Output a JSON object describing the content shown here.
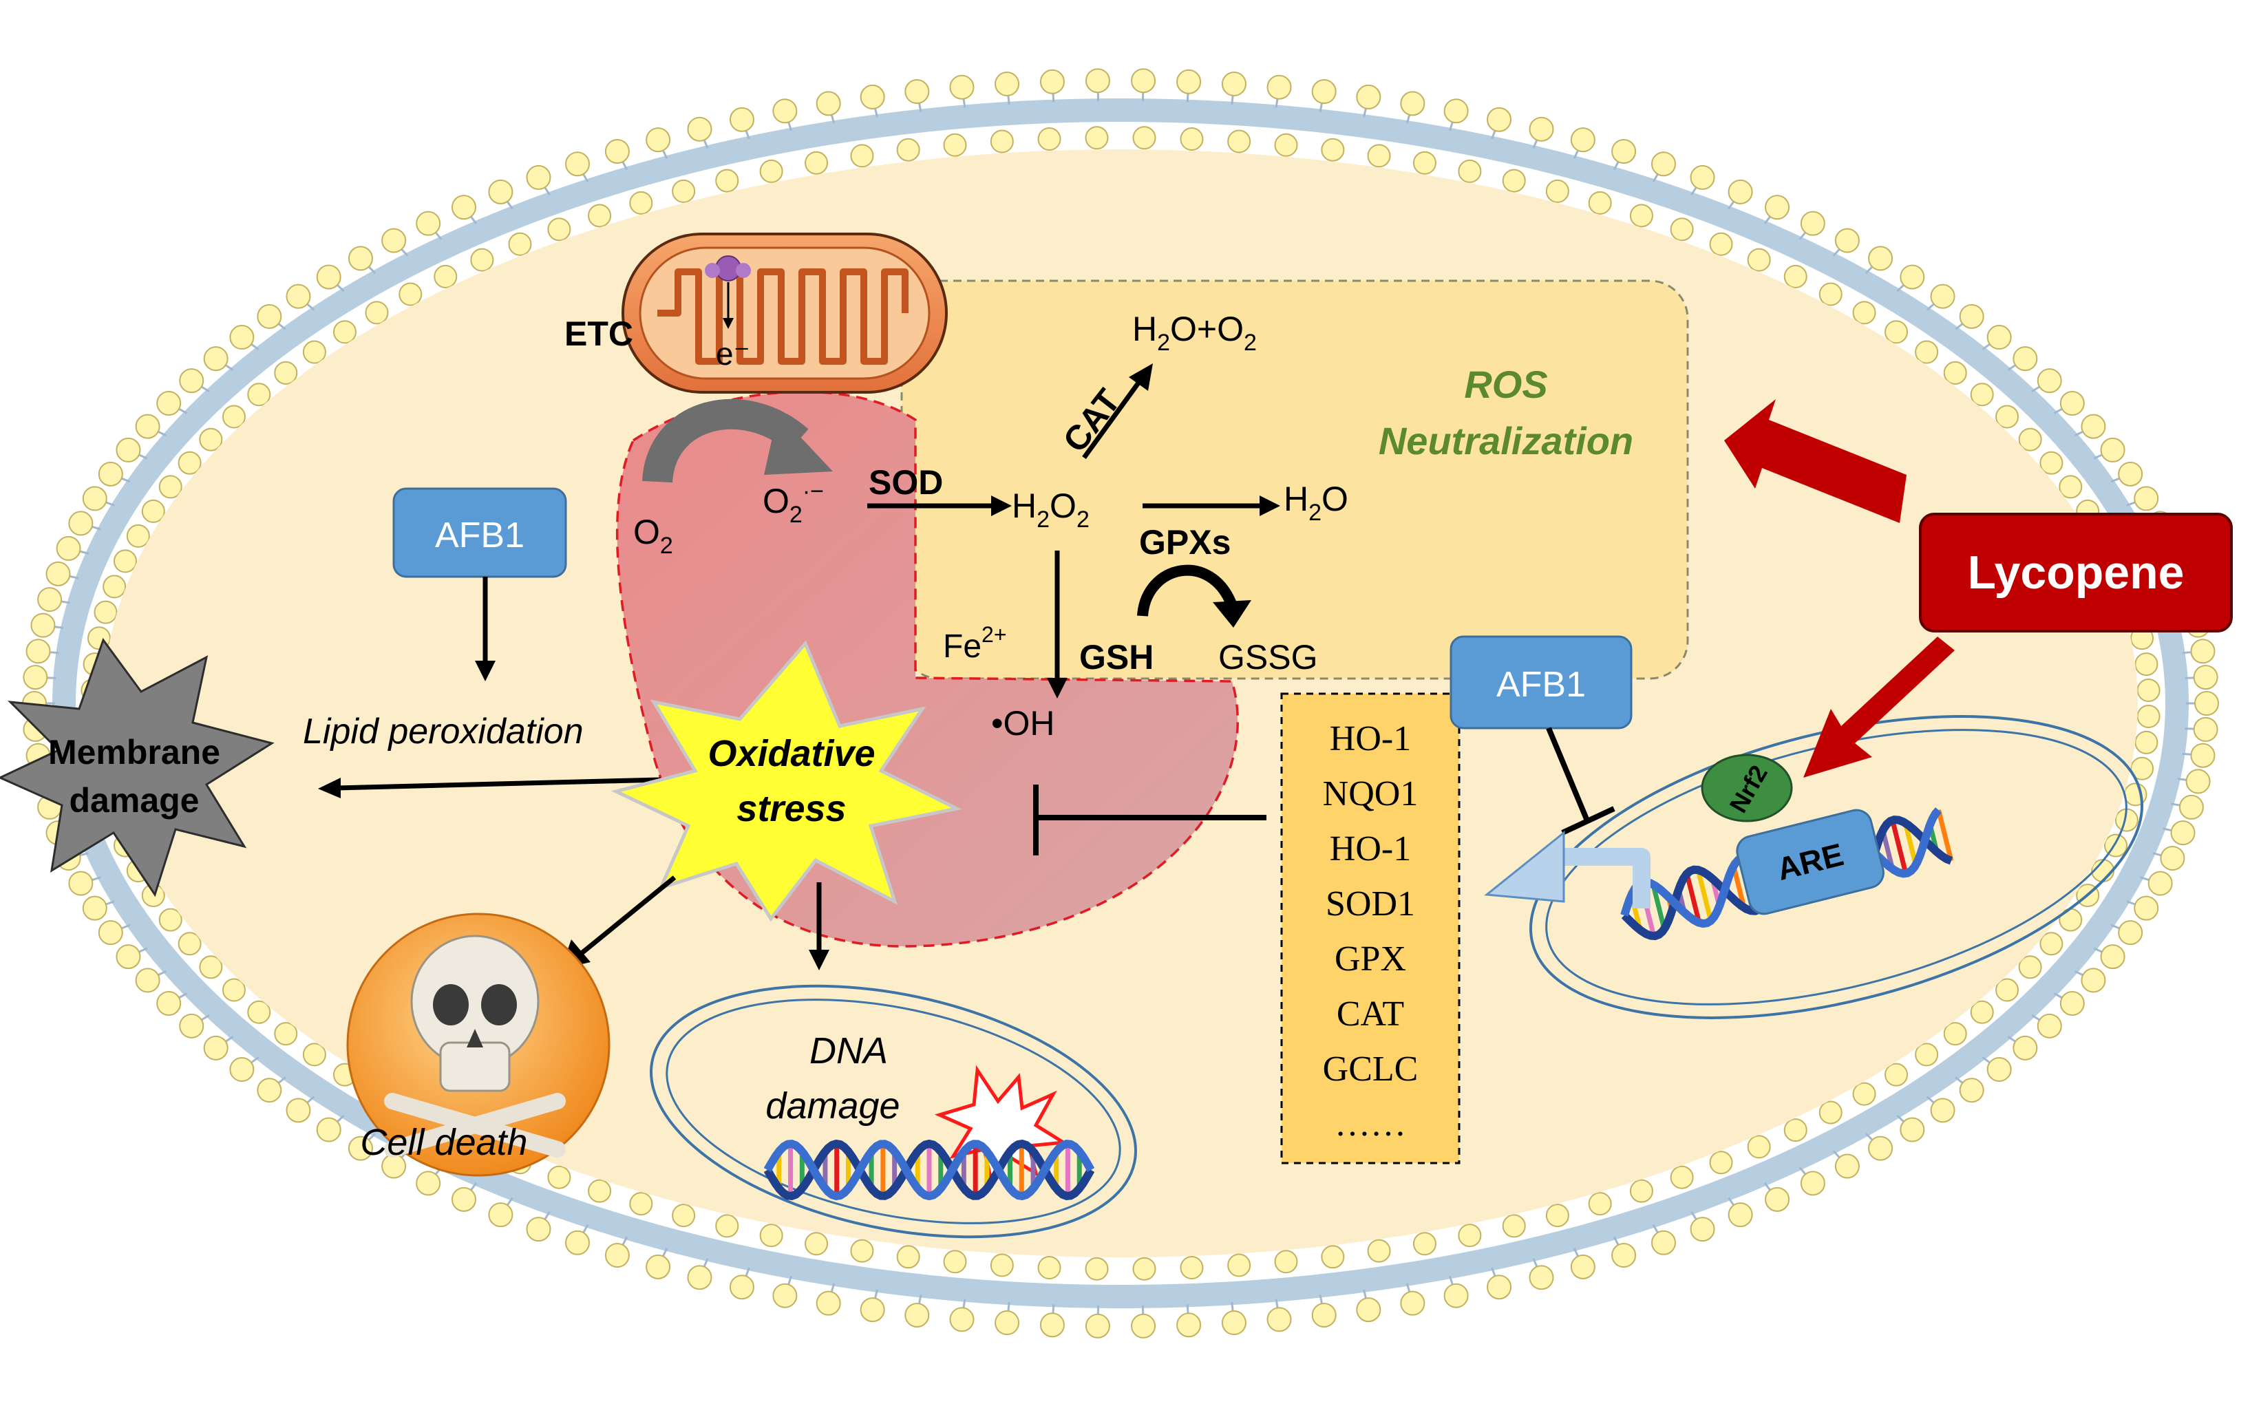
{
  "labels": {
    "etc": "ETC",
    "electron": "e⁻",
    "o2": "O",
    "o2_sub": "2",
    "superoxide": "O",
    "superoxide_sub": "2",
    "superoxide_sup": "·−",
    "sod": "SOD",
    "h2o2": "H",
    "h2o2_sub1": "2",
    "h2o2_mid": "O",
    "h2o2_sub2": "2",
    "cat": "CAT",
    "h2o_o2_a": "H",
    "h2o_o2_sub1": "2",
    "h2o_o2_b": "O+O",
    "h2o_o2_sub2": "2",
    "h2o_a": "H",
    "h2o_sub": "2",
    "h2o_b": "O",
    "gpxs": "GPXs",
    "gsh": "GSH",
    "gssg": "GSSG",
    "fe": "Fe",
    "fe_sup": "2+",
    "hydroxyl": "•OH",
    "ros_line1": "ROS",
    "ros_line2": "Neutralization",
    "afb1_left": "AFB1",
    "afb1_right": "AFB1",
    "lipid_peroxidation": "Lipid  peroxidation",
    "membrane_line1": "Membrane",
    "membrane_line2": "damage",
    "oxidative_line1": "Oxidative",
    "oxidative_line2": "stress",
    "cell_death": "Cell death",
    "dna_line1": "DNA",
    "dna_line2": "damage",
    "lycopene": "Lycopene",
    "nrf2": "Nrf2",
    "are": "ARE"
  },
  "genes": [
    "HO-1",
    "NQO1",
    "HO-1",
    "SOD1",
    "GPX",
    "CAT",
    "GCLC",
    "……"
  ],
  "colors": {
    "cytoplasm": "#fdeecb",
    "ros_box": "#fde3a0",
    "stress_zone": "#e57f80",
    "afb1": "#5b9bd5",
    "lycopene": "#c00000",
    "ros_text": "#5b8a2e",
    "starburst": "#ffff33",
    "membrane_burst": "#7f7f7f",
    "cell_death": "#f5a33c",
    "gene_box": "#fdd36a",
    "nrf2": "#3e8e41"
  }
}
